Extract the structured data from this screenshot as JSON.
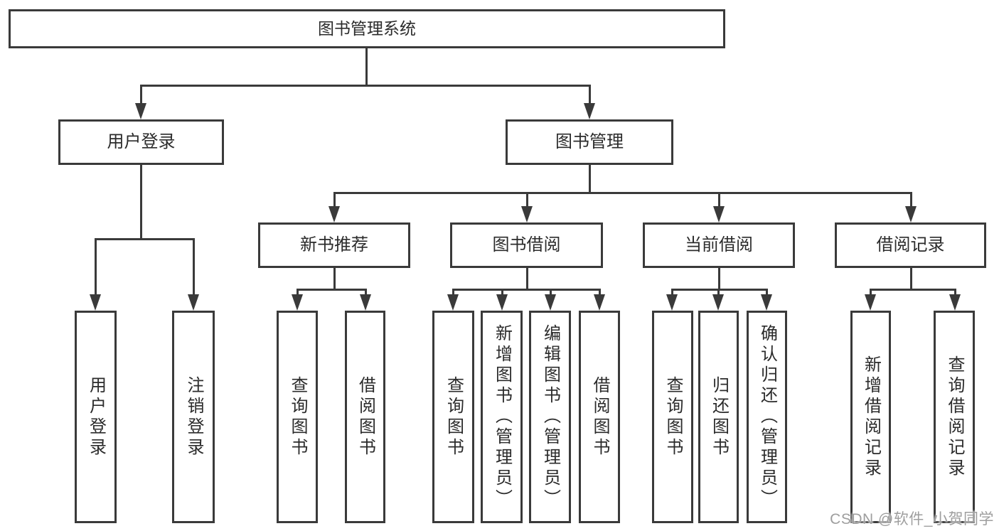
{
  "theme": {
    "background_color": "#ffffff",
    "line_color": "#3a3a3a",
    "text_color": "#2b2b2b",
    "watermark_color": "#9e9e9e"
  },
  "watermark": {
    "text": "CSDN @软件_小贺同学"
  },
  "diagram": {
    "type": "hierarchy-tree",
    "title": "图书管理系统",
    "nodes": {
      "root": {
        "label": "图书管理系统"
      },
      "user_login": {
        "label": "用户登录"
      },
      "book_mgmt": {
        "label": "图书管理"
      },
      "new_book_rec": {
        "label": "新书推荐"
      },
      "book_borrow": {
        "label": "图书借阅"
      },
      "current_borrow": {
        "label": "当前借阅"
      },
      "borrow_record": {
        "label": "借阅记录"
      },
      "leaf_user_login": {
        "label": "用户登录"
      },
      "leaf_logout": {
        "label": "注销登录"
      },
      "leaf_rec_query": {
        "label": "查询图书"
      },
      "leaf_rec_borrow": {
        "label": "借阅图书"
      },
      "leaf_bb_query": {
        "label": "查询图书"
      },
      "leaf_bb_add": {
        "label": "新增图书（管理员）"
      },
      "leaf_bb_edit": {
        "label": "编辑图书（管理员）"
      },
      "leaf_bb_borrow": {
        "label": "借阅图书"
      },
      "leaf_cb_query": {
        "label": "查询图书"
      },
      "leaf_cb_return": {
        "label": "归还图书"
      },
      "leaf_cb_confirm": {
        "label": "确认归还（管理员）"
      },
      "leaf_br_add": {
        "label": "新增借阅记录"
      },
      "leaf_br_query": {
        "label": "查询借阅记录"
      }
    },
    "edges": [
      {
        "from": "图书管理系统",
        "to": [
          "用户登录",
          "图书管理"
        ]
      },
      {
        "from": "用户登录",
        "to": [
          "用户登录",
          "注销登录"
        ]
      },
      {
        "from": "图书管理",
        "to": [
          "新书推荐",
          "图书借阅",
          "当前借阅",
          "借阅记录"
        ]
      },
      {
        "from": "新书推荐",
        "to": [
          "查询图书",
          "借阅图书"
        ]
      },
      {
        "from": "图书借阅",
        "to": [
          "查询图书",
          "新增图书（管理员）",
          "编辑图书（管理员）",
          "借阅图书"
        ]
      },
      {
        "from": "当前借阅",
        "to": [
          "查询图书",
          "归还图书",
          "确认归还（管理员）"
        ]
      },
      {
        "from": "借阅记录",
        "to": [
          "新增借阅记录",
          "查询借阅记录"
        ]
      }
    ]
  }
}
